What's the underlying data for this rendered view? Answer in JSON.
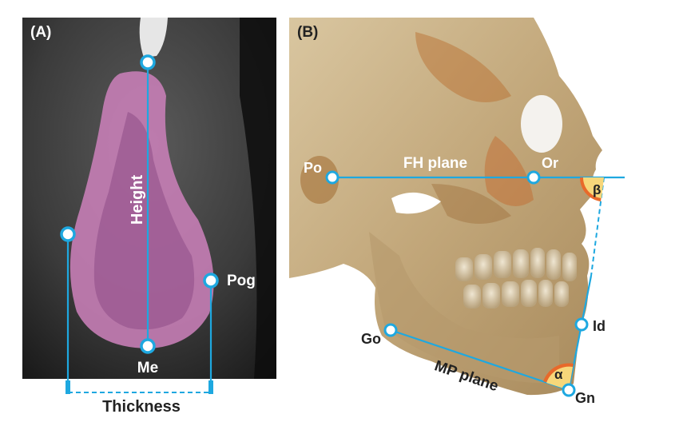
{
  "panel_a": {
    "tag": "(A)",
    "height_label": "Height",
    "thickness_label": "Thickness",
    "landmarks": {
      "me": "Me",
      "pog": "Pog"
    }
  },
  "panel_b": {
    "tag": "(B)",
    "planes": {
      "fh": "FH plane",
      "mp": "MP plane"
    },
    "landmarks": {
      "po": "Po",
      "or": "Or",
      "go": "Go",
      "id": "Id",
      "gn": "Gn"
    },
    "angles": {
      "alpha": "α",
      "beta": "β"
    }
  },
  "colors": {
    "line": "#1ea8e0",
    "bone_overlay": "#c97fb8",
    "ct_background": "#3a3a3a",
    "skull": "#c8b48c",
    "angle_fill": "#f7d77a",
    "angle_ring": "#e8692a"
  }
}
